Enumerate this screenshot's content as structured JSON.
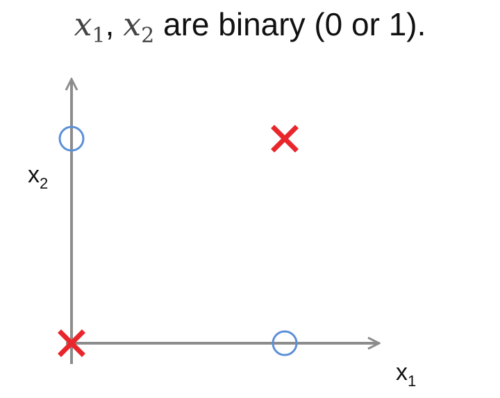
{
  "title": {
    "var1_base": "x",
    "var1_sub": "1",
    "sep": ", ",
    "var2_base": "x",
    "var2_sub": "2",
    "text": " are binary (0 or 1)."
  },
  "chart_data": {
    "type": "scatter",
    "xlabel_base": "x",
    "xlabel_sub": "1",
    "ylabel_base": "x",
    "ylabel_sub": "2",
    "xlim": [
      0,
      1
    ],
    "ylim": [
      0,
      1
    ],
    "grid": false,
    "axis_color": "#8c8c8c",
    "series": [
      {
        "marker": "cross",
        "color": "#e8262b",
        "points": [
          [
            0,
            0
          ],
          [
            1,
            1
          ]
        ]
      },
      {
        "marker": "circle",
        "color": "#5b8fd6",
        "points": [
          [
            0,
            1
          ],
          [
            1,
            0
          ]
        ]
      }
    ]
  }
}
